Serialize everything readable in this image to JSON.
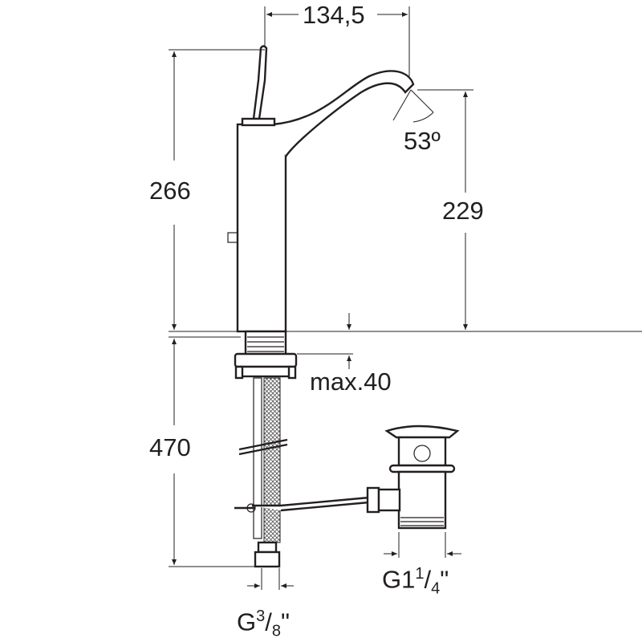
{
  "dimensions": {
    "spout_reach": "134,5",
    "spout_angle": "53º",
    "total_height": "266",
    "spout_height": "229",
    "max_counter_thickness": "max.40",
    "hose_length": "470",
    "inlet_thread_prefix": "G",
    "inlet_thread_num": "3",
    "inlet_thread_den": "8",
    "inlet_thread_suffix": "\"",
    "waste_thread_prefix": "G1",
    "waste_thread_num": "1",
    "waste_thread_den": "4",
    "waste_thread_suffix": "\""
  },
  "colors": {
    "line": "#231f20",
    "background": "#ffffff"
  }
}
